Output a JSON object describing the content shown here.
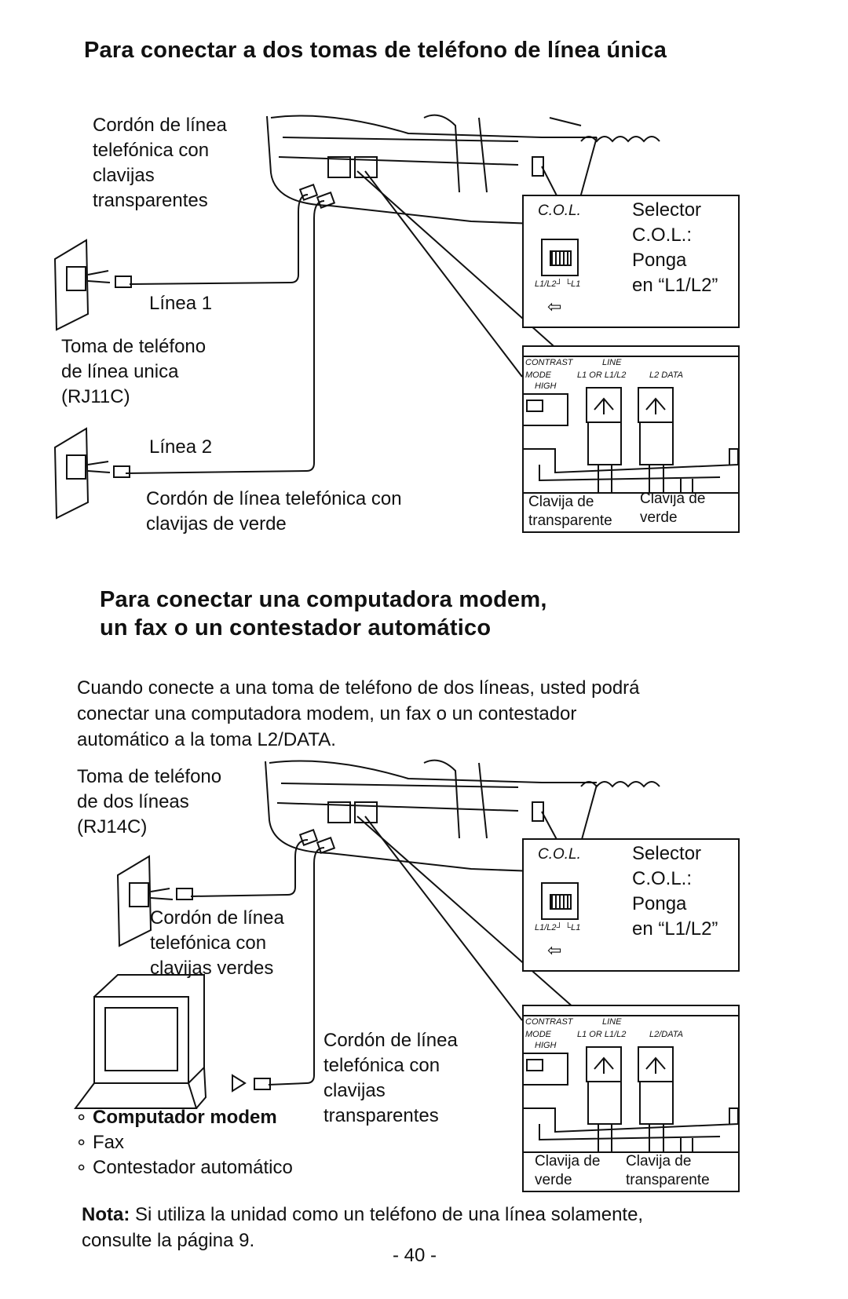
{
  "section1": {
    "title": "Para conectar a dos tomas de teléfono de línea única",
    "cord_transparent_label": [
      "Cordón de línea",
      "telefónica con",
      "clavijas",
      "transparentes"
    ],
    "line1": "Línea 1",
    "jack_label": [
      "Toma de teléfono",
      "de línea unica",
      "(RJ11C)"
    ],
    "line2": "Línea 2",
    "cord_green_label": [
      "Cordón de línea telefónica con",
      "clavijas de verde"
    ],
    "col_box": {
      "col_text": "C.O.L.",
      "switch_marks": "L1/L2┘ └L1",
      "arrow": "⇦",
      "selector_label": [
        "Selector",
        "C.O.L.:",
        "Ponga",
        "en “L1/L2”"
      ]
    },
    "panel_box": {
      "tiny_labels": [
        "CONTRAST",
        "MODE",
        "LINE",
        "L1 OR L1/L2",
        "L2 DATA",
        "HIGH"
      ],
      "left_caption": [
        "Clavija de",
        "transparente"
      ],
      "right_caption": [
        "Clavija de",
        "verde"
      ]
    }
  },
  "section2": {
    "title_lines": [
      "Para conectar una computadora modem,",
      "un fax o un contestador automático"
    ],
    "intro_lines": [
      "Cuando conecte a una toma de teléfono de dos líneas, usted podrá",
      "conectar una computadora modem, un fax o un contestador",
      "automático a la toma L2/DATA."
    ],
    "jack_label": [
      "Toma de teléfono",
      "de dos líneas",
      "(RJ14C)"
    ],
    "cord_green_label": [
      "Cordón de línea",
      "telefónica con",
      "clavijas verdes"
    ],
    "cord_transparent_label": [
      "Cordón de línea",
      "telefónica con",
      "clavijas",
      "transparentes"
    ],
    "devices": [
      "Computador modem",
      "Fax",
      "Contestador automático"
    ],
    "col_box": {
      "col_text": "C.O.L.",
      "switch_marks": "L1/L2┘ └L1",
      "arrow": "⇦",
      "selector_label": [
        "Selector",
        "C.O.L.:",
        "Ponga",
        "en “L1/L2”"
      ]
    },
    "panel_box": {
      "tiny_labels": [
        "CONTRAST",
        "MODE",
        "LINE",
        "L1 OR L1/L2",
        "L2/DATA",
        "HIGH"
      ],
      "left_caption": [
        "Clavija de",
        "verde"
      ],
      "right_caption": [
        "Clavija de",
        "transparente"
      ]
    }
  },
  "note": {
    "label": "Nota:",
    "text_lines": [
      " Si utiliza la unidad como un teléfono de una línea solamente,",
      "consulte la página 9."
    ]
  },
  "page_number": "- 40 -"
}
